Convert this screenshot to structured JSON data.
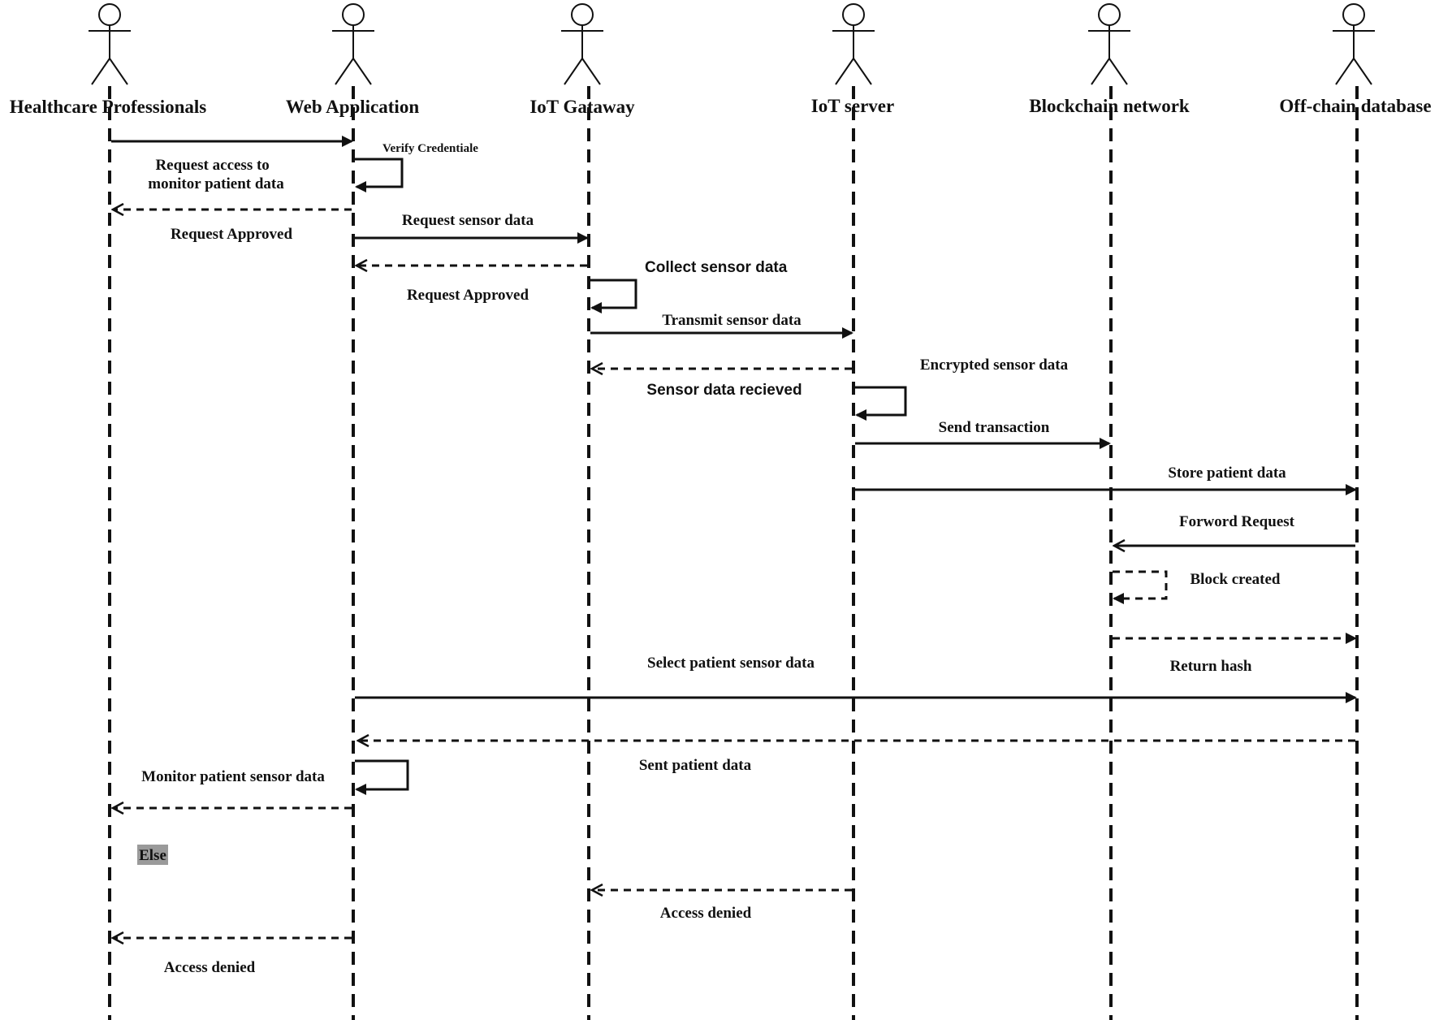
{
  "actors": [
    {
      "id": "hp",
      "label": "Healthcare Professionals"
    },
    {
      "id": "web",
      "label": "Web Application"
    },
    {
      "id": "gw",
      "label": "IoT Gataway"
    },
    {
      "id": "srv",
      "label": "IoT server"
    },
    {
      "id": "bc",
      "label": "Blockchain network"
    },
    {
      "id": "db",
      "label": "Off-chain database"
    }
  ],
  "messages": [
    {
      "id": "m1",
      "from": "hp",
      "to": "web",
      "kind": "sync",
      "label": "Request access to monitor patient data"
    },
    {
      "id": "m2",
      "from": "web",
      "to": "web",
      "kind": "self",
      "label": "Verify Credentiale"
    },
    {
      "id": "m3",
      "from": "web",
      "to": "hp",
      "kind": "return",
      "label": "Request Approved"
    },
    {
      "id": "m4",
      "from": "web",
      "to": "gw",
      "kind": "sync",
      "label": "Request sensor data"
    },
    {
      "id": "m5",
      "from": "gw",
      "to": "web",
      "kind": "return",
      "label": "Request Approved"
    },
    {
      "id": "m6",
      "from": "gw",
      "to": "gw",
      "kind": "self",
      "label": "Collect sensor data"
    },
    {
      "id": "m7",
      "from": "gw",
      "to": "srv",
      "kind": "sync",
      "label": "Transmit sensor data"
    },
    {
      "id": "m8",
      "from": "srv",
      "to": "gw",
      "kind": "return",
      "label": "Sensor data recieved"
    },
    {
      "id": "m9",
      "from": "srv",
      "to": "srv",
      "kind": "self",
      "label": "Encrypted sensor data"
    },
    {
      "id": "m10",
      "from": "srv",
      "to": "bc",
      "kind": "sync",
      "label": "Send transaction"
    },
    {
      "id": "m11",
      "from": "srv",
      "to": "db",
      "kind": "sync",
      "label": "Store patient data"
    },
    {
      "id": "m12",
      "from": "db",
      "to": "bc",
      "kind": "async",
      "label": "Forword Request"
    },
    {
      "id": "m13",
      "from": "bc",
      "to": "bc",
      "kind": "self-dashed",
      "label": "Block created"
    },
    {
      "id": "m14",
      "from": "bc",
      "to": "db",
      "kind": "return-filled",
      "label": "Return hash"
    },
    {
      "id": "m15",
      "from": "web",
      "to": "db",
      "kind": "sync",
      "label": "Select patient sensor data"
    },
    {
      "id": "m16",
      "from": "db",
      "to": "web",
      "kind": "return",
      "label": "Sent patient data"
    },
    {
      "id": "m17",
      "from": "web",
      "to": "web",
      "kind": "self",
      "label": "Monitor patient sensor data"
    },
    {
      "id": "m18",
      "from": "web",
      "to": "hp",
      "kind": "return",
      "label": ""
    },
    {
      "id": "m19",
      "from": "srv",
      "to": "gw",
      "kind": "return",
      "label": "Access denied"
    },
    {
      "id": "m20",
      "from": "web",
      "to": "hp",
      "kind": "return",
      "label": "Access denied"
    }
  ],
  "else_label": "Else",
  "colors": {
    "line": "#111111",
    "else_bg": "#9a9a9a",
    "background": "#ffffff"
  }
}
